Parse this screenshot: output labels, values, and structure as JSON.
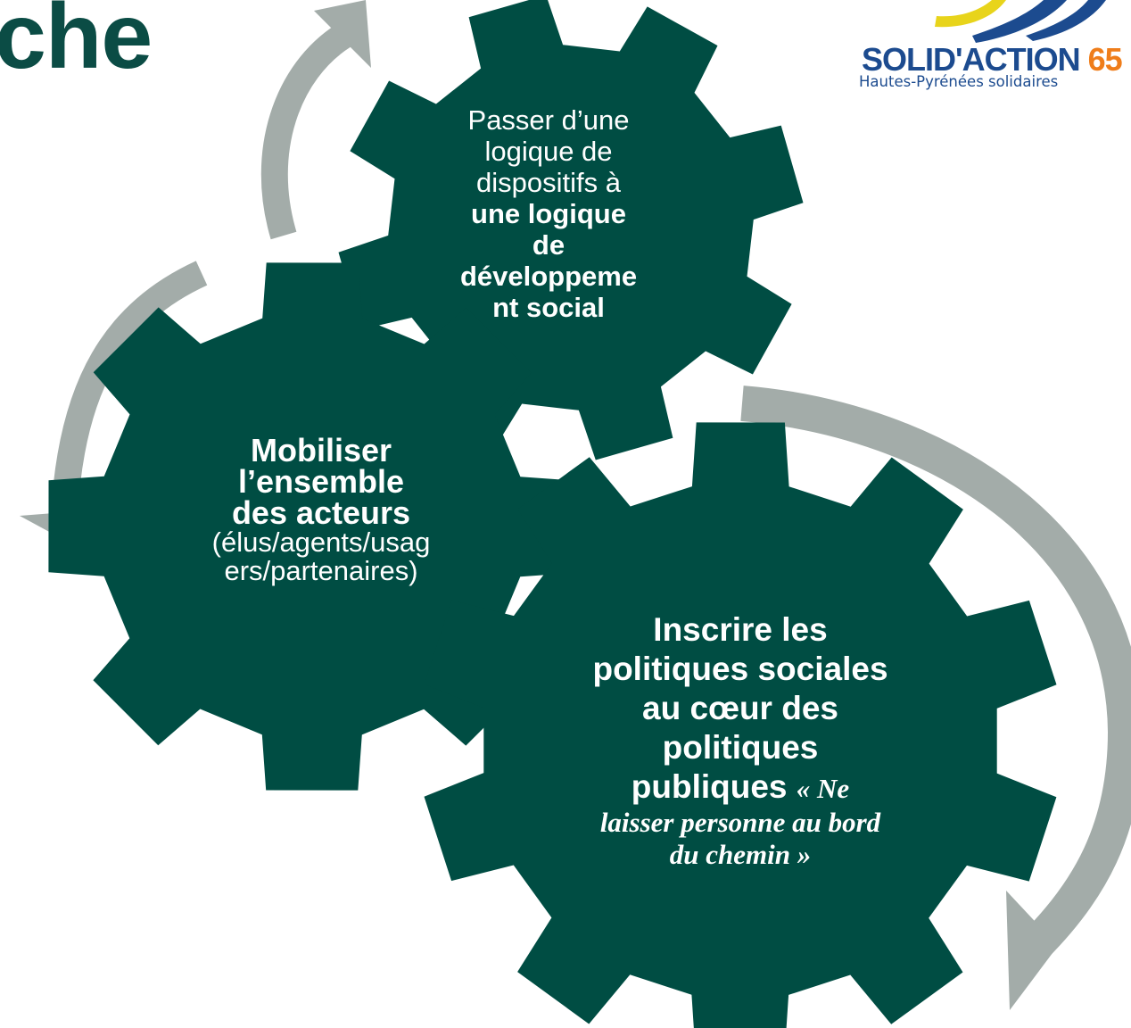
{
  "title": "che",
  "colors": {
    "gear": "#004d43",
    "arrow": "#a3aca9",
    "title": "#0b4c45",
    "logo_blue": "#1c4b8f",
    "logo_orange": "#ef7d1a",
    "logo_yellow": "#e8d41b"
  },
  "logo": {
    "name_part1": "SOLID'",
    "name_part2": "ACTION",
    "name_part3": "65",
    "tagline": "Hautes-Pyrénées solidaires"
  },
  "gears": {
    "top": {
      "line1": "Passer d’une",
      "line2": "logique de",
      "line3": "dispositifs à",
      "line4": "une logique",
      "line5": "de",
      "line6": "développeme",
      "line7": "nt social"
    },
    "left": {
      "line1": "Mobiliser",
      "line2": "l’ensemble",
      "line3": "des acteurs",
      "line4": "(élus/agents/usag",
      "line5": "ers/partenaires)"
    },
    "right": {
      "line1": "Inscrire les",
      "line2": "politiques sociales",
      "line3": "au cœur des",
      "line4": "politiques",
      "line5": "publiques",
      "line6": "« Ne",
      "line7": "laisser personne  au bord",
      "line8": "du chemin »"
    }
  }
}
